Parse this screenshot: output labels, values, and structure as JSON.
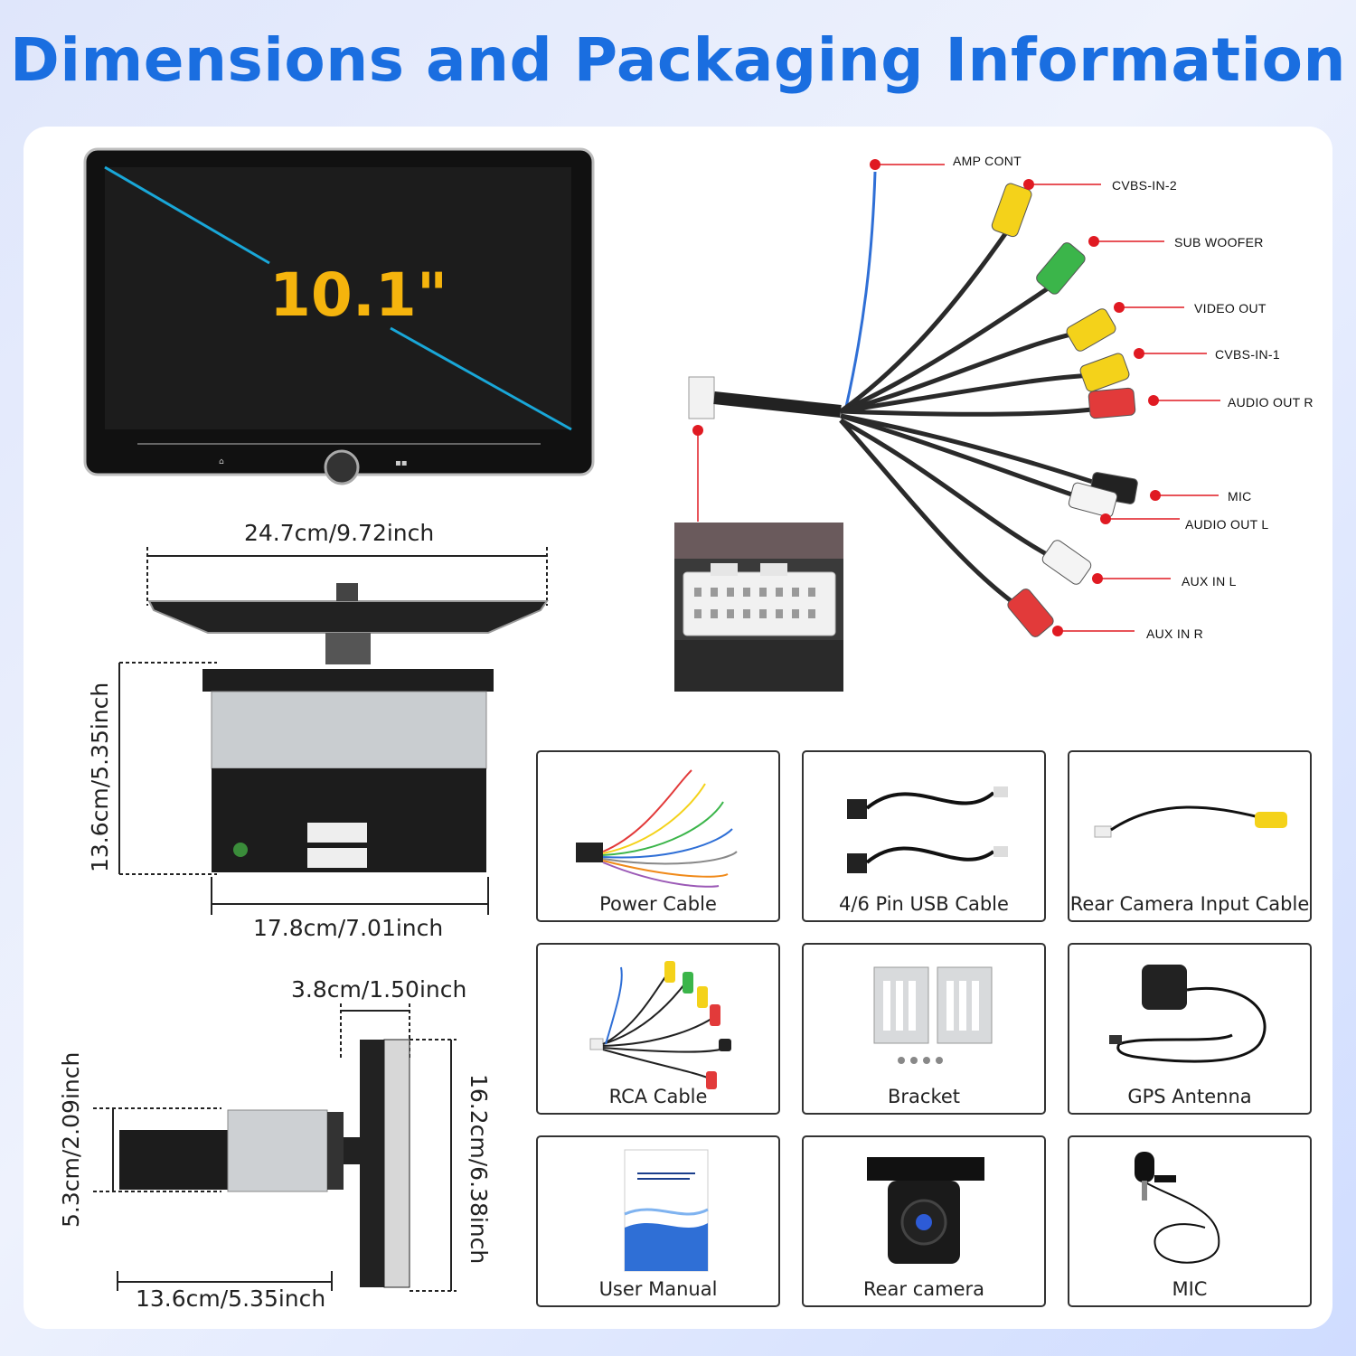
{
  "page_title": "Dimensions and Packaging Information",
  "screen": {
    "size_label": "10.1\""
  },
  "dimensions": {
    "top_width": "24.7cm/9.72inch",
    "front_height": "13.6cm/5.35inch",
    "chassis_width": "17.8cm/7.01inch",
    "side_thickness": "3.8cm/1.50inch",
    "side_chassis_height": "5.3cm/2.09inch",
    "side_screen_height": "16.2cm/6.38inch",
    "side_depth": "13.6cm/5.35inch"
  },
  "rca_wires": [
    "AMP CONT",
    "CVBS-IN-2",
    "SUB WOOFER",
    "VIDEO OUT",
    "CVBS-IN-1",
    "AUDIO OUT R",
    "MIC",
    "AUDIO OUT L",
    "AUX IN L",
    "AUX IN R"
  ],
  "accessories": [
    {
      "label": "Power Cable",
      "icon": "power-cable-icon"
    },
    {
      "label": "4/6 Pin USB Cable",
      "icon": "usb-cable-icon"
    },
    {
      "label": "Rear Camera Input Cable",
      "icon": "rear-camera-cable-icon"
    },
    {
      "label": "RCA Cable",
      "icon": "rca-cable-icon"
    },
    {
      "label": "Bracket",
      "icon": "bracket-icon"
    },
    {
      "label": "GPS Antenna",
      "icon": "gps-antenna-icon"
    },
    {
      "label": "User Manual",
      "icon": "user-manual-icon"
    },
    {
      "label": "Rear camera",
      "icon": "rear-camera-icon"
    },
    {
      "label": "MIC",
      "icon": "microphone-icon"
    }
  ],
  "colors": {
    "title": "#1a6ee0",
    "marker": "#e01a22",
    "accent": "#f4b400"
  }
}
